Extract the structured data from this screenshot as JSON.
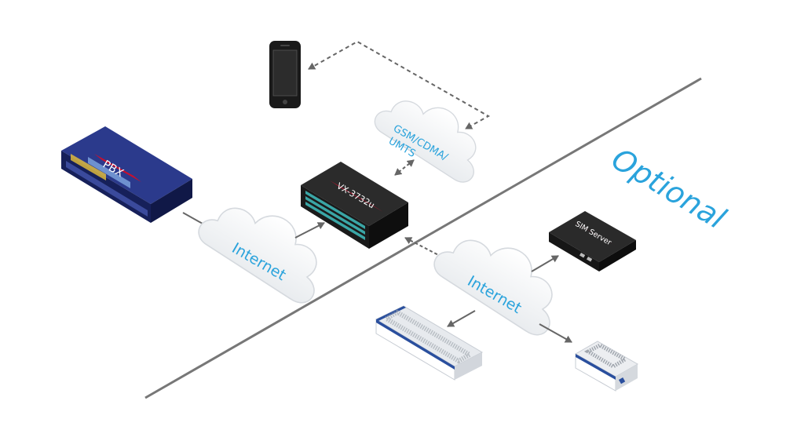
{
  "optional_label": "Optional",
  "pbx": {
    "label": "PBX"
  },
  "gateway": {
    "label": "VX-3732u"
  },
  "sim_server": {
    "label": "SIM Server"
  },
  "cloud_internet_left": {
    "label": "Internet"
  },
  "cloud_internet_right": {
    "label": "Internet"
  },
  "cloud_mobile": {
    "lines": [
      "GSM/CDMA/",
      "UMTS"
    ]
  },
  "colors": {
    "accent": "#2aa3dc",
    "divider": "#777777",
    "arrow": "#666666",
    "badge": "#c8102e",
    "pbx_body": "#1f2a6b",
    "gateway_body": "#1d1d1d"
  },
  "icons": [
    "smartphone-icon",
    "pbx-device-icon",
    "gateway-device-icon",
    "sim-server-device-icon",
    "sim-bank-rack-icon",
    "sim-bank-small-icon",
    "cloud-icon"
  ]
}
